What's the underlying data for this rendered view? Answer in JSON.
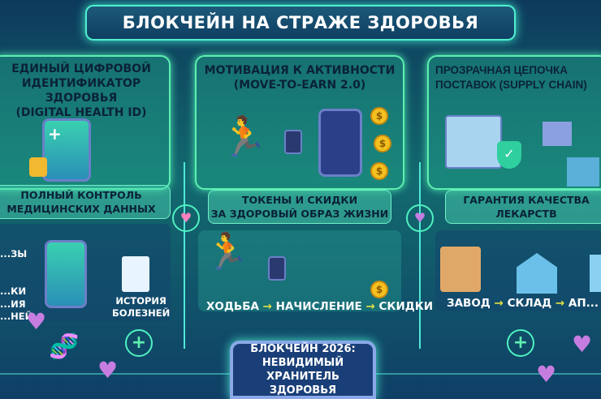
{
  "title": "БЛОКЧЕЙН НА СТРАЖЕ ЗДОРОВЬЯ",
  "panels": [
    {
      "title": [
        "ЕДИНЫЙ ЦИФРОВОЙ",
        "ИДЕНТИФИКАТОР ЗДОРОВЬЯ",
        "(DIGITAL HEALTH ID)"
      ],
      "subtitle": [
        "ПОЛНЫЙ КОНТРОЛЬ",
        "МЕДИЦИНСКИХ ДАННЫХ"
      ],
      "labels": [
        "...ЗЫ",
        "...КИ",
        "...ИЯ ...НЕЙ",
        "ИСТОРИЯ",
        "БОЛЕЗНЕЙ"
      ]
    },
    {
      "title": [
        "МОТИВАЦИЯ К АКТИВНОСТИ",
        "(MOVE-TO-EARN 2.0)"
      ],
      "subtitle": [
        "ТОКЕНЫ И СКИДКИ",
        "ЗА ЗДОРОВЫЙ ОБРАЗ ЖИЗНИ"
      ],
      "flow": [
        "ХОДЬБА",
        "НАЧИСЛЕНИЕ",
        "СКИДКИ"
      ]
    },
    {
      "title": [
        "ПРОЗРАЧНАЯ ЦЕПОЧКА",
        "ПОСТАВОК (SUPPLY CHAIN)"
      ],
      "subtitle": [
        "ГАРАНТИЯ КАЧЕСТВА",
        "ЛЕКАРСТВ"
      ],
      "flow": [
        "ЗАВОД",
        "СКЛАД",
        "АП..."
      ]
    }
  ],
  "footer": [
    "БЛОКЧЕЙН 2026:",
    "НЕВИДИМЫЙ",
    "ХРАНИТЕЛЬ ЗДОРОВЬЯ"
  ],
  "icons": {
    "coin": "$",
    "plus": "+",
    "heart": "♥",
    "arrow": "→",
    "check": "✓",
    "lock": "🔒"
  },
  "colors": {
    "accent": "#4ff0d0",
    "panel": "#3fcf9f",
    "coin": "#f4c020",
    "heart": "#c77de0"
  }
}
